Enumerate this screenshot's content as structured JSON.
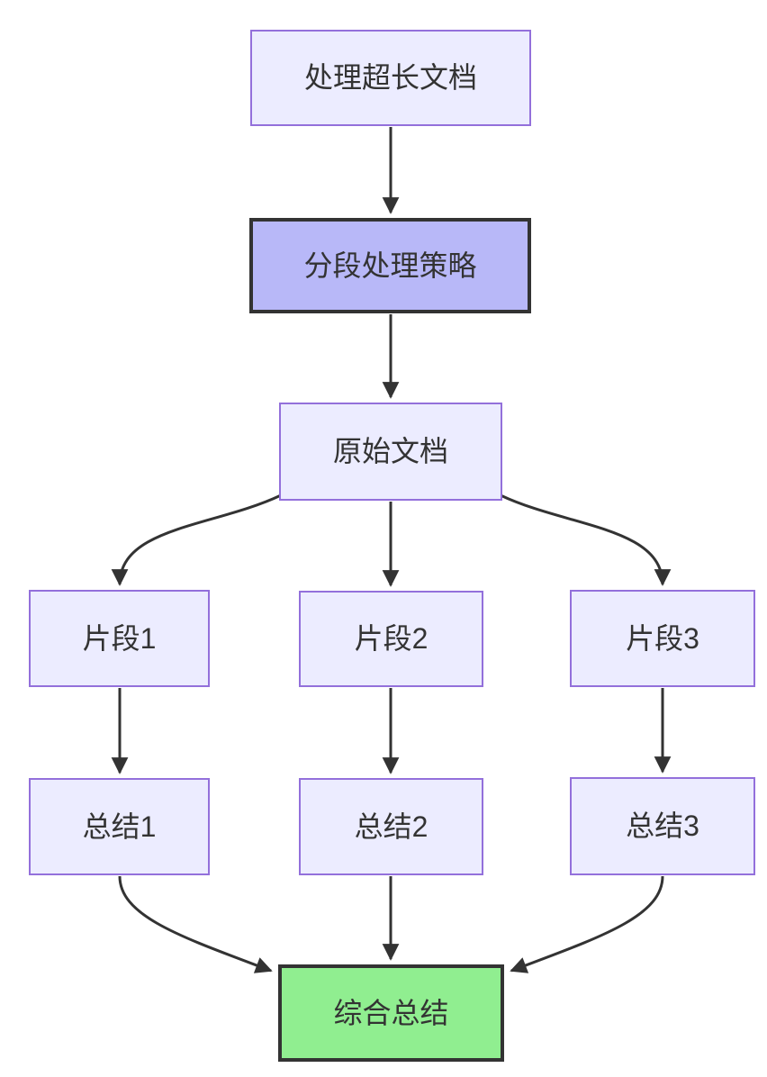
{
  "diagram": {
    "type": "flowchart",
    "direction": "top-down",
    "background_color": "#ffffff"
  },
  "colors": {
    "default_node_fill": "#ECECFF",
    "default_node_border": "#9370DB",
    "strategy_node_fill": "#B8B8F8",
    "final_node_fill": "#90EE90",
    "bold_border": "#333333",
    "edge_stroke": "#333333",
    "text": "#333333"
  },
  "nodes": {
    "root": {
      "label": "处理超长文档"
    },
    "strategy": {
      "label": "分段处理策略"
    },
    "source": {
      "label": "原始文档"
    },
    "seg1": {
      "label": "片段1"
    },
    "seg2": {
      "label": "片段2"
    },
    "seg3": {
      "label": "片段3"
    },
    "sum1": {
      "label": "总结1"
    },
    "sum2": {
      "label": "总结2"
    },
    "sum3": {
      "label": "总结3"
    },
    "final": {
      "label": "综合总结"
    }
  },
  "edges": [
    {
      "from": "root",
      "to": "strategy"
    },
    {
      "from": "strategy",
      "to": "source"
    },
    {
      "from": "source",
      "to": "seg1"
    },
    {
      "from": "source",
      "to": "seg2"
    },
    {
      "from": "source",
      "to": "seg3"
    },
    {
      "from": "seg1",
      "to": "sum1"
    },
    {
      "from": "seg2",
      "to": "sum2"
    },
    {
      "from": "seg3",
      "to": "sum3"
    },
    {
      "from": "sum1",
      "to": "final"
    },
    {
      "from": "sum2",
      "to": "final"
    },
    {
      "from": "sum3",
      "to": "final"
    }
  ]
}
